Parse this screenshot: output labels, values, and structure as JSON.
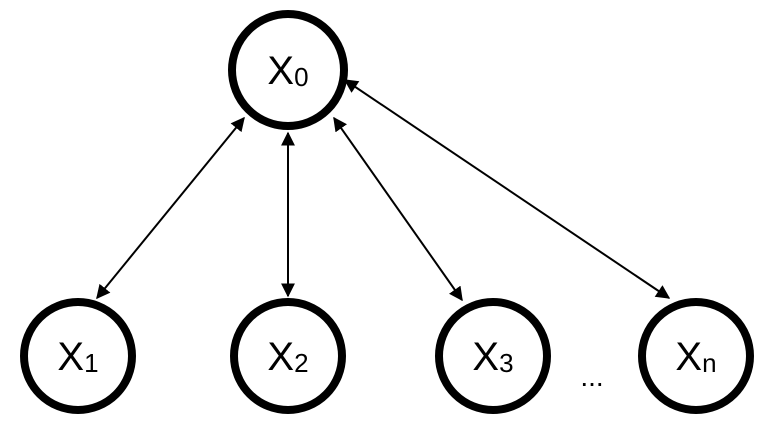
{
  "diagram": {
    "root": {
      "id": "x0",
      "base": "X",
      "sub": "0"
    },
    "children": [
      {
        "id": "x1",
        "base": "X",
        "sub": "1"
      },
      {
        "id": "x2",
        "base": "X",
        "sub": "2"
      },
      {
        "id": "x3",
        "base": "X",
        "sub": "3"
      },
      {
        "id": "xn",
        "base": "X",
        "sub": "n"
      }
    ],
    "ellipsis": "...",
    "edges": [
      {
        "from": "x0",
        "to": "x1",
        "arrows": "both"
      },
      {
        "from": "x0",
        "to": "x2",
        "arrows": "both"
      },
      {
        "from": "x0",
        "to": "x3",
        "arrows": "both"
      },
      {
        "from": "x0",
        "to": "xn",
        "arrows": "both"
      }
    ]
  }
}
